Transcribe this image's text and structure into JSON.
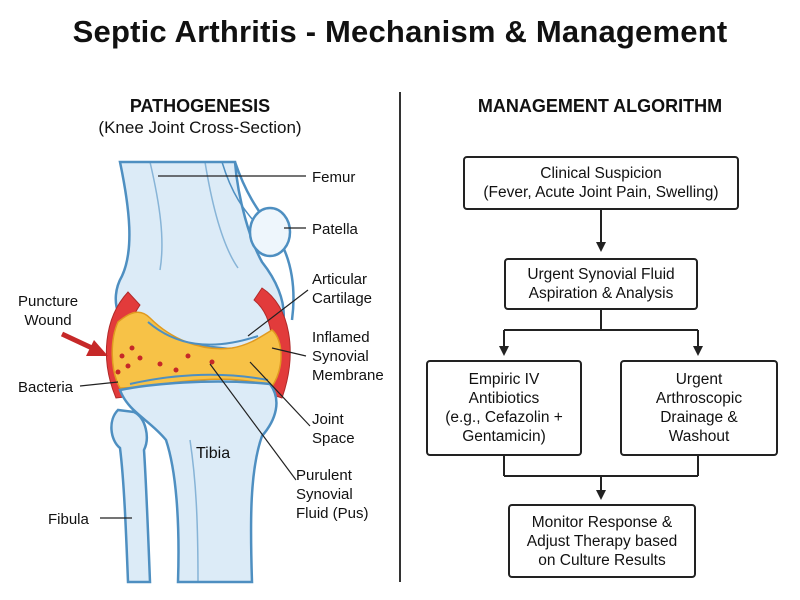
{
  "title": "Septic Arthritis - Mechanism & Management",
  "left_panel": {
    "title": "PATHOGENESIS",
    "subtitle": "(Knee Joint Cross-Section)",
    "labels": {
      "femur": "Femur",
      "patella": "Patella",
      "cartilage_1": "Articular",
      "cartilage_2": "Cartilage",
      "synovial_1": "Inflamed",
      "synovial_2": "Synovial",
      "synovial_3": "Membrane",
      "space_1": "Joint",
      "space_2": "Space",
      "pus_1": "Purulent",
      "pus_2": "Synovial",
      "pus_3": "Fluid (Pus)",
      "tibia": "Tibia",
      "fibula": "Fibula",
      "bacteria": "Bacteria",
      "wound_1": "Puncture",
      "wound_2": "Wound"
    }
  },
  "right_panel": {
    "title": "MANAGEMENT ALGORITHM",
    "step1": {
      "line1": "Clinical Suspicion",
      "line2": "(Fever, Acute Joint Pain, Swelling)"
    },
    "step2": {
      "line1": "Urgent Synovial Fluid",
      "line2": "Aspiration & Analysis"
    },
    "step3a": {
      "line1": "Empiric IV",
      "line2": "Antibiotics",
      "line3": "(e.g., Cefazolin +",
      "line4": "Gentamicin)"
    },
    "step3b": {
      "line1": "Urgent",
      "line2": "Arthroscopic",
      "line3": "Drainage &",
      "line4": "Washout"
    },
    "step4": {
      "line1": "Monitor Response &",
      "line2": "Adjust Therapy based",
      "line3": "on Culture Results"
    }
  },
  "colors": {
    "bone_fill": "#dcebf7",
    "bone_stroke": "#4e8fc1",
    "inflamed": "#e23b3b",
    "pus": "#f7c247",
    "arrow": "#c62828",
    "bacteria": "#c62828"
  }
}
